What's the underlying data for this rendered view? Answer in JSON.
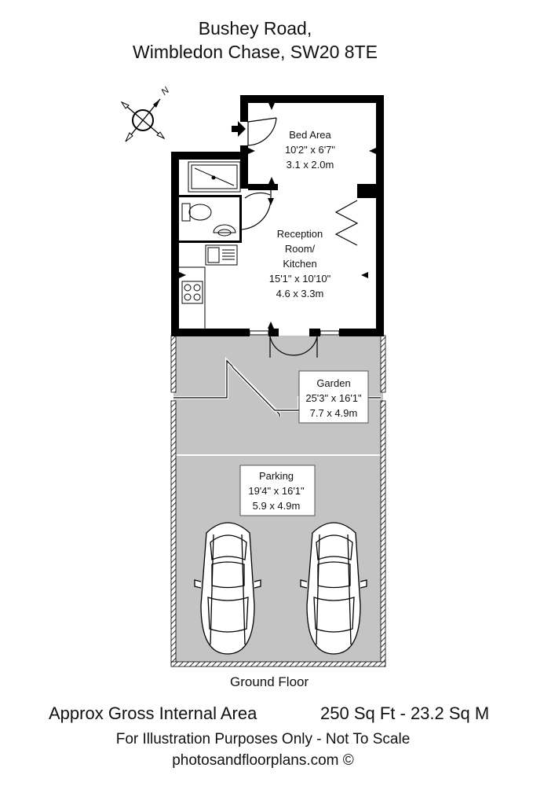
{
  "address": {
    "line1": "Bushey Road,",
    "line2": "Wimbledon Chase, SW20 8TE"
  },
  "compass": {
    "north_label": "N"
  },
  "rooms": {
    "bed_area": {
      "name": "Bed Area",
      "imperial": "10'2\" x 6'7\"",
      "metric": "3.1 x 2.0m"
    },
    "reception": {
      "name_line1": "Reception",
      "name_line2": "Room/",
      "name_line3": "Kitchen",
      "imperial": "15'1\" x 10'10\"",
      "metric": "4.6 x 3.3m"
    },
    "garden": {
      "name": "Garden",
      "imperial": "25'3\" x 16'1\"",
      "metric": "7.7 x 4.9m"
    },
    "parking": {
      "name": "Parking",
      "imperial": "19'4\" x 16'1\"",
      "metric": "5.9 x 4.9m"
    }
  },
  "floor_label": "Ground Floor",
  "area": {
    "label": "Approx Gross Internal Area",
    "value": "250 Sq Ft  -  23.2 Sq M"
  },
  "disclaimer": "For Illustration Purposes Only - Not To Scale",
  "credit": "photosandfloorplans.com ©",
  "colors": {
    "wall": "#000000",
    "outdoor_fill": "#c4c4c4",
    "line": "#111111"
  }
}
